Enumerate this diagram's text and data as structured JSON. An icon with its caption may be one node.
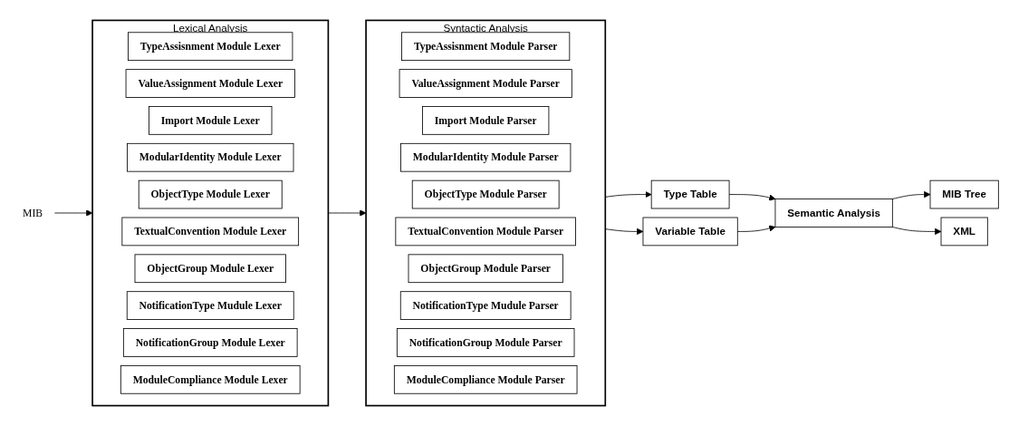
{
  "diagram": {
    "nodes": [
      {
        "text": [
          "MIB"
        ]
      },
      {
        "text": [
          "Lexical Analysis"
        ]
      },
      {
        "text": [
          "TypeAssisnment Module Lexer"
        ],
        "in": 1
      },
      {
        "text": [
          "ValueAssignment Module Lexer"
        ],
        "in": 1
      },
      {
        "text": [
          "Import Module Lexer"
        ],
        "in": 1
      },
      {
        "text": [
          "ModularIdentity Module Lexer"
        ],
        "in": 1
      },
      {
        "text": [
          "ObjectType Module Lexer"
        ],
        "in": 1
      },
      {
        "text": [
          "TextualConvention Module Lexer"
        ],
        "in": 1
      },
      {
        "text": [
          "ObjectGroup Module Lexer"
        ],
        "in": 1
      },
      {
        "text": [
          "NotificationType Mudule Lexer"
        ],
        "in": 1
      },
      {
        "text": [
          "NotificationGroup Module Lexer"
        ],
        "in": 1
      },
      {
        "text": [
          "ModuleCompliance Module Lexer"
        ],
        "in": 1
      },
      {
        "text": [
          "Syntactic Analysis"
        ]
      },
      {
        "text": [
          "TypeAssisnment Module Parser"
        ],
        "in": 12
      },
      {
        "text": [
          "ValueAssignment Module Parser"
        ],
        "in": 12
      },
      {
        "text": [
          "Import Module Parser"
        ],
        "in": 12
      },
      {
        "text": [
          "ModularIdentity Module Parser"
        ],
        "in": 12
      },
      {
        "text": [
          "ObjectType Module Parser"
        ],
        "in": 12
      },
      {
        "text": [
          "TextualConvention Module Parser"
        ],
        "in": 12
      },
      {
        "text": [
          "ObjectGroup Module Parser"
        ],
        "in": 12
      },
      {
        "text": [
          "NotificationType Mudule Parser"
        ],
        "in": 12
      },
      {
        "text": [
          "NotificationGroup Module Parser"
        ],
        "in": 12
      },
      {
        "text": [
          "ModuleCompliance Module Parser"
        ],
        "in": 12
      },
      {
        "text": [
          "Type Table"
        ]
      },
      {
        "text": [
          "Variable Table"
        ]
      },
      {
        "text": [
          "Semantic Analysis"
        ]
      },
      {
        "text": [
          "MIB Tree"
        ]
      },
      {
        "text": [
          "XML"
        ]
      }
    ],
    "edges": [
      {
        "from": 0,
        "to": 1,
        "arrow": "to"
      },
      {
        "from": 1,
        "to": 12,
        "arrow": "to"
      },
      {
        "from": 12,
        "to": 23,
        "arrow": "to"
      },
      {
        "from": 12,
        "to": 24,
        "arrow": "to"
      },
      {
        "from": 23,
        "to": 25,
        "arrow": "to"
      },
      {
        "from": 24,
        "to": 25,
        "arrow": "to"
      },
      {
        "from": 25,
        "to": 26,
        "arrow": "to"
      },
      {
        "from": 25,
        "to": 27,
        "arrow": "to"
      }
    ]
  }
}
